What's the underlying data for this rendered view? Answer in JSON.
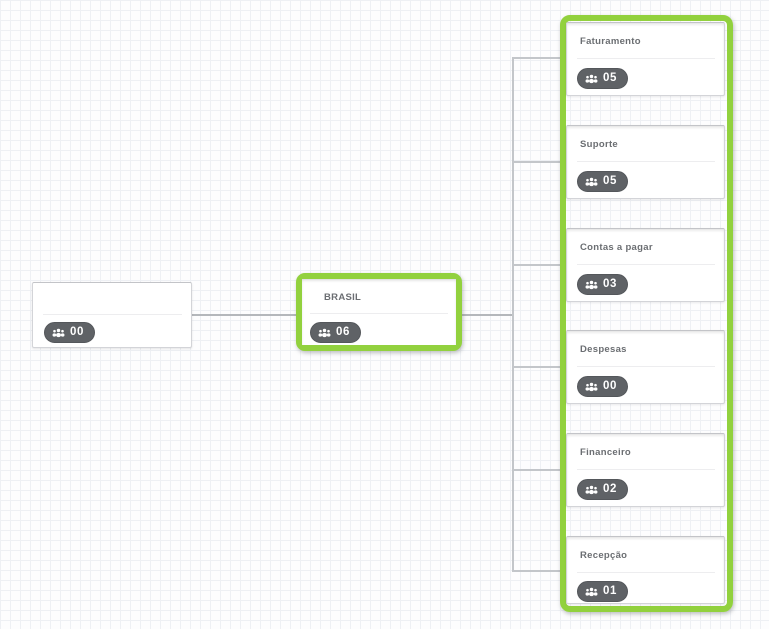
{
  "diagram": {
    "root_node": {
      "label": "",
      "member_count": "00"
    },
    "parent_node": {
      "label": "BRASIL",
      "member_count": "06",
      "selected": true
    },
    "child_nodes": [
      {
        "label": "Faturamento",
        "member_count": "05"
      },
      {
        "label": "Suporte",
        "member_count": "05"
      },
      {
        "label": "Contas a pagar",
        "member_count": "03"
      },
      {
        "label": "Despesas",
        "member_count": "00"
      },
      {
        "label": "Financeiro",
        "member_count": "02"
      },
      {
        "label": "Recepção",
        "member_count": "01"
      }
    ]
  },
  "colors": {
    "selection_green": "#92d13e",
    "badge_background": "#5f6266",
    "connector_gray": "#b4b7bb",
    "card_border": "#d3d4d8",
    "grid_line": "#eef0f4",
    "label_text": "#6b6e72"
  },
  "icons": {
    "member_badge": "users-icon"
  }
}
